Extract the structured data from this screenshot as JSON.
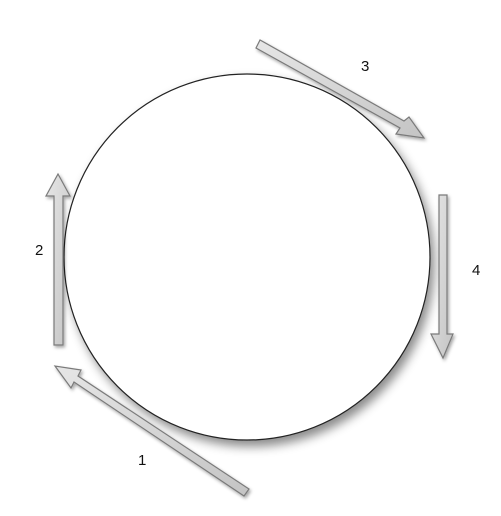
{
  "labels": {
    "arrow_1": "1",
    "arrow_2": "2",
    "arrow_3": "3",
    "arrow_4": "4"
  },
  "colors": {
    "circle_fill": "#ffffff",
    "circle_stroke": "#222222",
    "arrow_fill": "#d6d6d6",
    "arrow_stroke": "#7a7a7a",
    "label_text": "#111111"
  }
}
